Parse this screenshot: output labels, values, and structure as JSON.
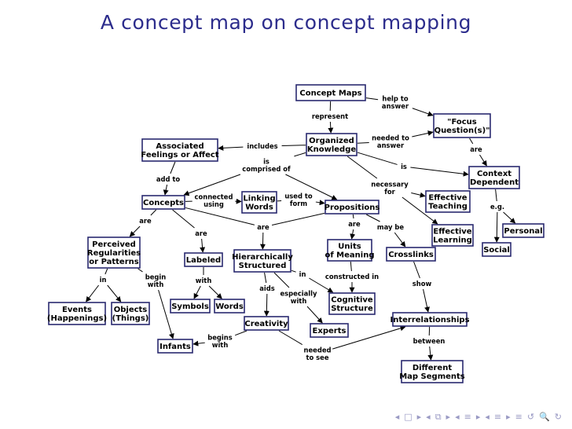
{
  "title": "A concept map on concept mapping",
  "concepts": {
    "concept_maps": [
      "Concept Maps"
    ],
    "focus_question": [
      "\"Focus",
      "Question(s)\""
    ],
    "organized_knowledge": [
      "Organized",
      "Knowledge"
    ],
    "associated_feelings": [
      "Associated",
      "Feelings or Affect"
    ],
    "context_dependent": [
      "Context",
      "Dependent"
    ],
    "concepts": [
      "Concepts"
    ],
    "linking_words": [
      "Linking",
      "Words"
    ],
    "propositions": [
      "Propositions"
    ],
    "effective_teaching": [
      "Effective",
      "Teaching"
    ],
    "effective_learning": [
      "Effective",
      "Learning"
    ],
    "personal": [
      "Personal"
    ],
    "social": [
      "Social"
    ],
    "perceived_regularities": [
      "Perceived",
      "Regularities",
      "or Patterns"
    ],
    "labeled": [
      "Labeled"
    ],
    "hierarchically_structured": [
      "Hierarchically",
      "Structured"
    ],
    "units_of_meaning": [
      "Units",
      "of Meaning"
    ],
    "crosslinks": [
      "Crosslinks"
    ],
    "symbols": [
      "Symbols"
    ],
    "words": [
      "Words"
    ],
    "cognitive_structure": [
      "Cognitive",
      "Structure"
    ],
    "events": [
      "Events",
      "(Happenings)"
    ],
    "objects": [
      "Objects",
      "(Things)"
    ],
    "creativity": [
      "Creativity"
    ],
    "experts": [
      "Experts"
    ],
    "interrelationships": [
      "Interrelationships"
    ],
    "infants": [
      "Infants"
    ],
    "different_map_segments": [
      "Different",
      "Map Segments"
    ]
  },
  "linking_phrases": {
    "help_to_answer": [
      "help to",
      "answer"
    ],
    "represent": [
      "represent"
    ],
    "needed_to_answer": [
      "needed to",
      "answer"
    ],
    "includes": [
      "includes"
    ],
    "are_focus": [
      "are"
    ],
    "is_comprised_of": [
      "is",
      "comprised of"
    ],
    "is_context": [
      "is"
    ],
    "add_to": [
      "add to"
    ],
    "connected_using": [
      "connected",
      "using"
    ],
    "used_to_form": [
      "used to",
      "form"
    ],
    "necessary_for": [
      "necessary",
      "for"
    ],
    "eg": [
      "e.g."
    ],
    "are_concepts": [
      "are"
    ],
    "are_labeled": [
      "are"
    ],
    "are_hier": [
      "are"
    ],
    "are_units": [
      "are"
    ],
    "may_be": [
      "may be"
    ],
    "in_perceived": [
      "in"
    ],
    "begin_with": [
      "begin",
      "with"
    ],
    "with_labeled": [
      "with"
    ],
    "in_hier": [
      "in"
    ],
    "constructed_in": [
      "constructed in"
    ],
    "show": [
      "show"
    ],
    "aids": [
      "aids"
    ],
    "especially_with": [
      "especially",
      "with"
    ],
    "begins_with": [
      "begins",
      "with"
    ],
    "needed_to_see": [
      "needed",
      "to see"
    ],
    "between": [
      "between"
    ]
  },
  "nav_symbols": [
    "◂",
    "□",
    "▸",
    "◂",
    "⧉",
    "▸",
    "◂",
    "≡",
    "▸",
    "◂",
    "≡",
    "▸",
    "≡",
    "↺",
    "🔍",
    "↻"
  ]
}
